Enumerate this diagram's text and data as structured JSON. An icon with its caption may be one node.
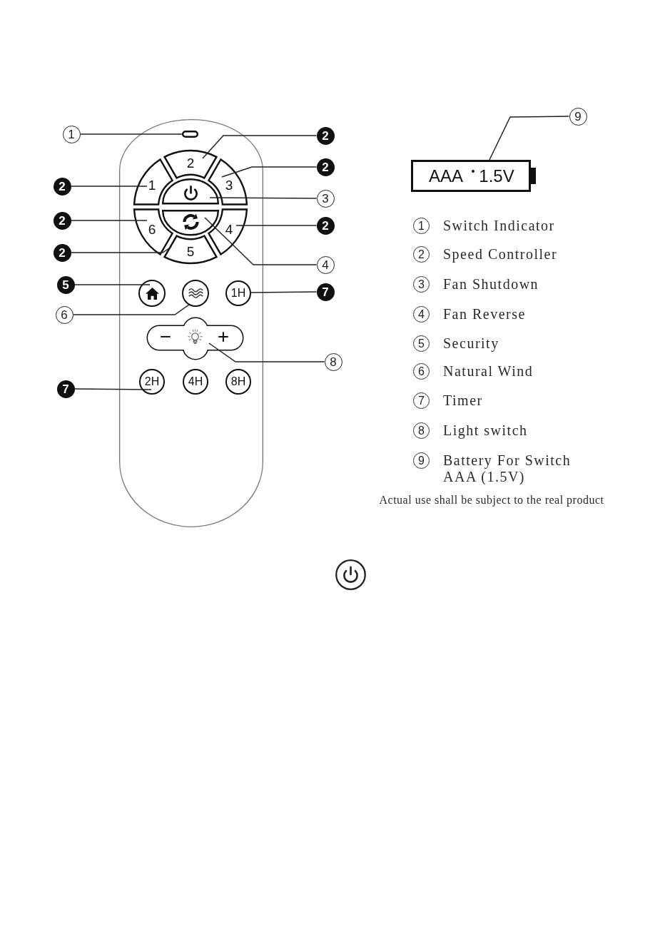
{
  "diagram": {
    "nodes": [
      {
        "text": [],
        "shape": "box"
      },
      {
        "text": [],
        "shape": "box",
        "in": 0
      },
      {
        "text": [
          "2"
        ],
        "in": 0
      },
      {
        "text": [
          "1"
        ],
        "in": 0
      },
      {
        "text": [
          "3"
        ],
        "in": 0
      },
      {
        "text": [],
        "shape": "semicircle",
        "in": 0
      },
      {
        "text": [
          "6"
        ],
        "in": 0
      },
      {
        "text": [],
        "shape": "semicircle",
        "in": 0
      },
      {
        "text": [
          "4"
        ],
        "in": 0
      },
      {
        "text": [
          "5"
        ],
        "in": 0
      },
      {
        "text": [],
        "shape": "circle",
        "in": 0
      },
      {
        "text": [],
        "shape": "circle",
        "in": 0
      },
      {
        "text": [
          "1H"
        ],
        "in": 0
      },
      {
        "text": [
          "−",
          "+"
        ],
        "in": 0
      },
      {
        "text": [
          "2H"
        ],
        "in": 0
      },
      {
        "text": [
          "4H"
        ],
        "in": 0
      },
      {
        "text": [
          "8H"
        ],
        "in": 0
      },
      {
        "text": [
          "1"
        ]
      },
      {
        "text": [
          "2"
        ]
      },
      {
        "text": [
          "2"
        ]
      },
      {
        "text": [
          "2"
        ]
      },
      {
        "text": [
          "3"
        ]
      },
      {
        "text": [
          "2"
        ]
      },
      {
        "text": [
          "2"
        ]
      },
      {
        "text": [
          "2"
        ]
      },
      {
        "text": [
          "4"
        ]
      },
      {
        "text": [
          "5"
        ]
      },
      {
        "text": [
          "7"
        ]
      },
      {
        "text": [
          "6"
        ]
      },
      {
        "text": [
          "8"
        ]
      },
      {
        "text": [
          "7"
        ]
      },
      {
        "text": [
          "9"
        ]
      },
      {
        "text": [
          "AAA",
          "1.5V"
        ]
      }
    ],
    "edges": [
      {
        "from": 17,
        "to": 1,
        "arrow": "none"
      },
      {
        "from": 18,
        "to": 2,
        "arrow": "none"
      },
      {
        "from": 19,
        "to": 4,
        "arrow": "none"
      },
      {
        "from": 20,
        "to": 3,
        "arrow": "none"
      },
      {
        "from": 21,
        "to": 5,
        "arrow": "none"
      },
      {
        "from": 22,
        "to": 6,
        "arrow": "none"
      },
      {
        "from": 23,
        "to": 8,
        "arrow": "none"
      },
      {
        "from": 24,
        "to": 9,
        "arrow": "none"
      },
      {
        "from": 25,
        "to": 7,
        "arrow": "none"
      },
      {
        "from": 26,
        "to": 10,
        "arrow": "none"
      },
      {
        "from": 27,
        "to": 12,
        "arrow": "none"
      },
      {
        "from": 28,
        "to": 11,
        "arrow": "none"
      },
      {
        "from": 29,
        "to": 13,
        "arrow": "none"
      },
      {
        "from": 30,
        "to": 14,
        "arrow": "none"
      },
      {
        "from": 31,
        "to": 32,
        "arrow": "none"
      }
    ],
    "labels": [
      "1",
      "Switch Indicator",
      "2",
      "Speed Controller",
      "3",
      "Fan Shutdown",
      "4",
      "Fan Reverse",
      "5",
      "Security",
      "6",
      "Natural Wind",
      "7",
      "Timer",
      "8",
      "Light switch",
      "9",
      "Battery For Switch AAA (1.5V)",
      "Actual use shall be subject to the real product"
    ]
  }
}
